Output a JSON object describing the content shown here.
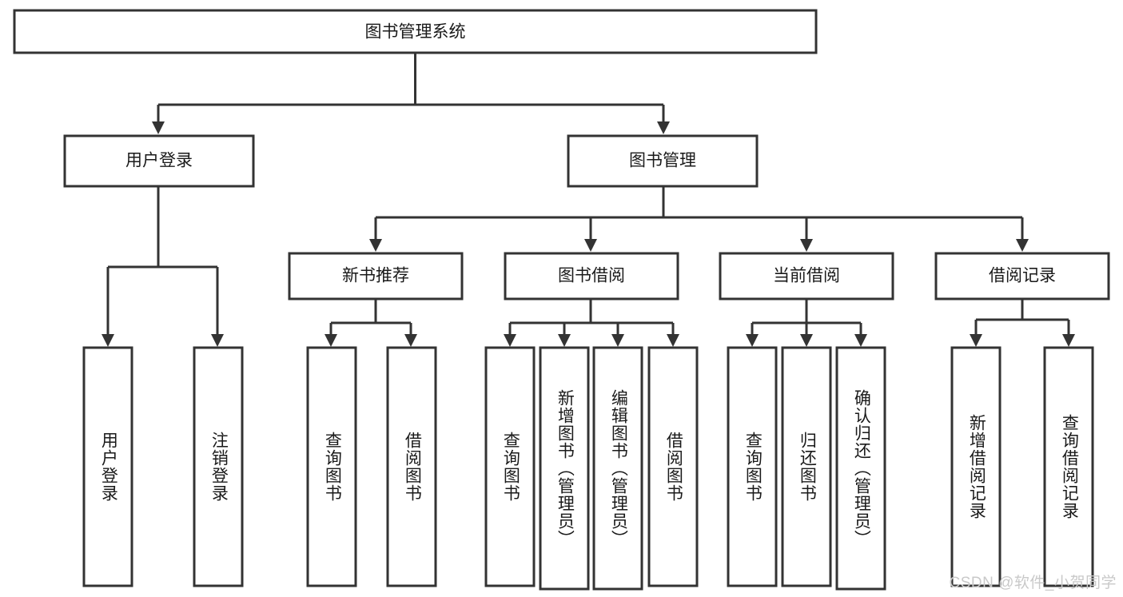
{
  "diagram": {
    "title": "图书管理系统",
    "type": "tree",
    "levels": 4,
    "root": {
      "id": "root",
      "label": "图书管理系统",
      "orientation": "horizontal"
    },
    "level2": [
      {
        "id": "user-login",
        "label": "用户登录",
        "orientation": "horizontal"
      },
      {
        "id": "book-management",
        "label": "图书管理",
        "orientation": "horizontal"
      }
    ],
    "level3": [
      {
        "id": "new-book-recommend",
        "label": "新书推荐",
        "orientation": "horizontal",
        "parent": "book-management"
      },
      {
        "id": "book-borrow",
        "label": "图书借阅",
        "orientation": "horizontal",
        "parent": "book-management"
      },
      {
        "id": "current-borrow",
        "label": "当前借阅",
        "orientation": "horizontal",
        "parent": "book-management"
      },
      {
        "id": "borrow-record",
        "label": "借阅记录",
        "orientation": "horizontal",
        "parent": "book-management"
      }
    ],
    "leaves": [
      {
        "id": "leaf-user-login",
        "label": "用户登录",
        "orientation": "vertical",
        "parent": "user-login"
      },
      {
        "id": "leaf-logout-login",
        "label": "注销登录",
        "orientation": "vertical",
        "parent": "user-login"
      },
      {
        "id": "leaf-query-book-1",
        "label": "查询图书",
        "orientation": "vertical",
        "parent": "new-book-recommend"
      },
      {
        "id": "leaf-borrow-book-1",
        "label": "借阅图书",
        "orientation": "vertical",
        "parent": "new-book-recommend"
      },
      {
        "id": "leaf-query-book-2",
        "label": "查询图书",
        "orientation": "vertical",
        "parent": "book-borrow"
      },
      {
        "id": "leaf-add-book",
        "label": "新增图书（管理员）",
        "orientation": "vertical",
        "parent": "book-borrow"
      },
      {
        "id": "leaf-edit-book",
        "label": "编辑图书（管理员）",
        "orientation": "vertical",
        "parent": "book-borrow"
      },
      {
        "id": "leaf-borrow-book-2",
        "label": "借阅图书",
        "orientation": "vertical",
        "parent": "book-borrow"
      },
      {
        "id": "leaf-query-book-3",
        "label": "查询图书",
        "orientation": "vertical",
        "parent": "current-borrow"
      },
      {
        "id": "leaf-return-book",
        "label": "归还图书",
        "orientation": "vertical",
        "parent": "current-borrow"
      },
      {
        "id": "leaf-confirm-return",
        "label": "确认归还（管理员）",
        "orientation": "vertical",
        "parent": "current-borrow"
      },
      {
        "id": "leaf-add-record",
        "label": "新增借阅记录",
        "orientation": "vertical",
        "parent": "borrow-record"
      },
      {
        "id": "leaf-query-record",
        "label": "查询借阅记录",
        "orientation": "vertical",
        "parent": "borrow-record"
      }
    ],
    "colors": {
      "stroke": "#333333",
      "fill": "#ffffff",
      "text": "#1a1a1a",
      "watermark": "#c9c9c9"
    }
  },
  "watermark": {
    "text": "CSDN @软件_小贺同学"
  }
}
